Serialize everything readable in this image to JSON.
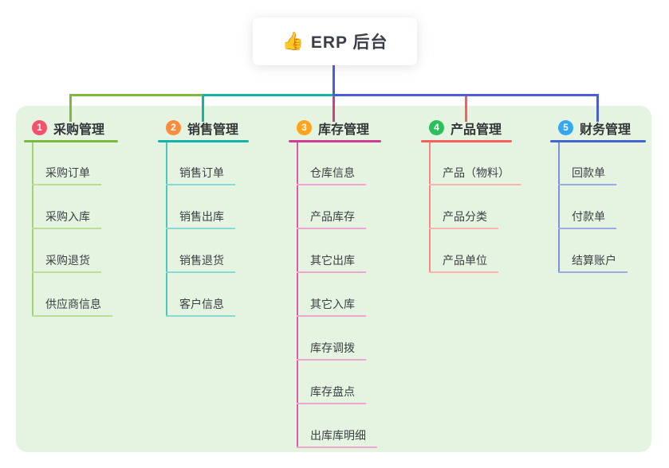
{
  "canvas": {
    "panel_bg": "#e4f4e0"
  },
  "root": {
    "icon": "👍",
    "label": "ERP 后台",
    "line_color": "#4a5ed0"
  },
  "branches": [
    {
      "num": "1",
      "label": "采购管理",
      "badge": "#f4516c",
      "color": "#7cb93e",
      "trunk": "#a6d077",
      "light": "#bcdd95",
      "children": [
        "采购订单",
        "采购入库",
        "采购退货",
        "供应商信息"
      ]
    },
    {
      "num": "2",
      "label": "销售管理",
      "badge": "#fb8c3f",
      "color": "#14b3aa",
      "trunk": "#4cc7bf",
      "light": "#8ad8d2",
      "children": [
        "销售订单",
        "销售出库",
        "销售退货",
        "客户信息"
      ]
    },
    {
      "num": "3",
      "label": "库存管理",
      "badge": "#ffa41d",
      "color": "#cf3d92",
      "trunk": "#d85ca6",
      "light": "#eda7ce",
      "children": [
        "仓库信息",
        "产品库存",
        "其它出库",
        "其它入库",
        "库存调拨",
        "库存盘点",
        "出库库明细"
      ]
    },
    {
      "num": "4",
      "label": "产品管理",
      "badge": "#2cc05c",
      "color": "#f75f5f",
      "trunk": "#f9867f",
      "light": "#fbb3ad",
      "children": [
        "产品（物料）",
        "产品分类",
        "产品单位"
      ]
    },
    {
      "num": "5",
      "label": "财务管理",
      "badge": "#35a6f0",
      "color": "#4464d2",
      "trunk": "#7c92dd",
      "light": "#9cabe3",
      "children": [
        "回款单",
        "付款单",
        "结算账户"
      ]
    }
  ]
}
